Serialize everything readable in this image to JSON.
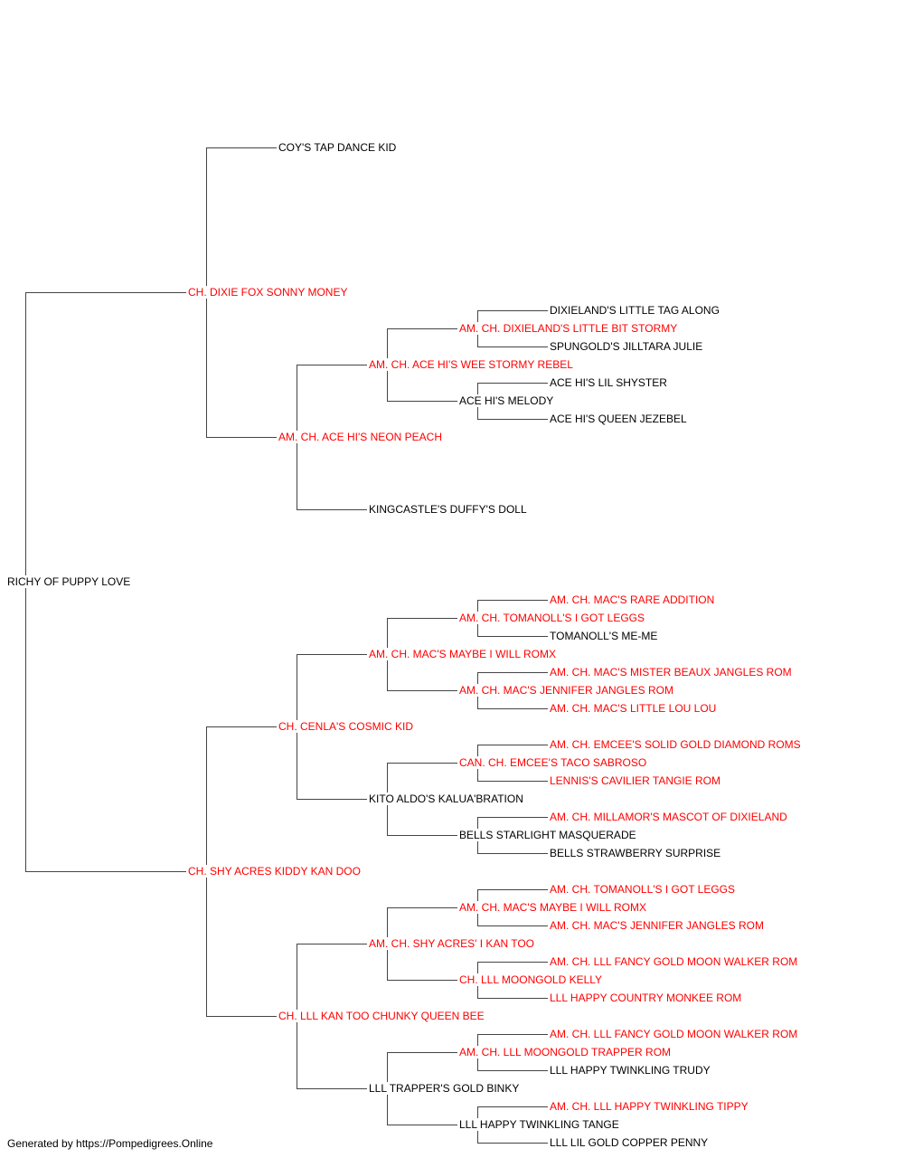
{
  "colors": {
    "champion": "#ff0000",
    "regular": "#000000",
    "line": "#444444"
  },
  "pedigree": {
    "subject": {
      "name": "RICHY OF PUPPY LOVE",
      "champion": false
    },
    "sire": {
      "name": "CH. DIXIE FOX SONNY MONEY",
      "champion": true
    },
    "dam": {
      "name": "CH. SHY ACRES KIDDY KAN DOO",
      "champion": true
    },
    "s_s": {
      "name": "COY'S TAP DANCE KID",
      "champion": false
    },
    "s_d": {
      "name": "AM. CH. ACE HI'S NEON PEACH",
      "champion": true
    },
    "s_d_s": {
      "name": "AM. CH. ACE HI'S WEE STORMY REBEL",
      "champion": true
    },
    "s_d_d": {
      "name": "KINGCASTLE'S DUFFY'S DOLL",
      "champion": false
    },
    "s_d_s_s": {
      "name": "AM. CH. DIXIELAND'S LITTLE BIT STORMY",
      "champion": true
    },
    "s_d_s_d": {
      "name": "ACE HI'S MELODY",
      "champion": false
    },
    "s_d_s_s_s": {
      "name": "DIXIELAND'S LITTLE TAG ALONG",
      "champion": false
    },
    "s_d_s_s_d": {
      "name": "SPUNGOLD'S JILLTARA JULIE",
      "champion": false
    },
    "s_d_s_d_s": {
      "name": "ACE HI'S LIL SHYSTER",
      "champion": false
    },
    "s_d_s_d_d": {
      "name": "ACE HI'S QUEEN JEZEBEL",
      "champion": false
    },
    "d_s": {
      "name": "CH. CENLA'S COSMIC KID",
      "champion": true
    },
    "d_d": {
      "name": "CH. LLL KAN TOO CHUNKY QUEEN BEE",
      "champion": true
    },
    "d_s_s": {
      "name": "AM. CH. MAC'S MAYBE I WILL ROMX",
      "champion": true
    },
    "d_s_d": {
      "name": "KITO ALDO'S KALUA'BRATION",
      "champion": false
    },
    "d_s_s_s": {
      "name": "AM. CH. TOMANOLL'S I GOT LEGGS",
      "champion": true
    },
    "d_s_s_d": {
      "name": "AM. CH. MAC'S JENNIFER JANGLES ROM",
      "champion": true
    },
    "d_s_s_s_s": {
      "name": "AM. CH. MAC'S RARE ADDITION",
      "champion": true
    },
    "d_s_s_s_d": {
      "name": "TOMANOLL'S ME-ME",
      "champion": false
    },
    "d_s_s_d_s": {
      "name": "AM. CH. MAC'S MISTER BEAUX JANGLES ROM",
      "champion": true
    },
    "d_s_s_d_d": {
      "name": "AM. CH. MAC'S LITTLE LOU LOU",
      "champion": true
    },
    "d_s_d_s": {
      "name": "CAN. CH. EMCEE'S TACO SABROSO",
      "champion": true
    },
    "d_s_d_d": {
      "name": "BELLS STARLIGHT MASQUERADE",
      "champion": false
    },
    "d_s_d_s_s": {
      "name": "AM. CH. EMCEE'S SOLID GOLD DIAMOND ROMS",
      "champion": true
    },
    "d_s_d_s_d": {
      "name": "LENNIS'S CAVILIER TANGIE ROM",
      "champion": true
    },
    "d_s_d_d_s": {
      "name": "AM. CH. MILLAMOR'S MASCOT OF DIXIELAND",
      "champion": true
    },
    "d_s_d_d_d": {
      "name": "BELLS STRAWBERRY SURPRISE",
      "champion": false
    },
    "d_d_s": {
      "name": "AM. CH. SHY ACRES' I KAN TOO",
      "champion": true
    },
    "d_d_d": {
      "name": "LLL TRAPPER'S GOLD BINKY",
      "champion": false
    },
    "d_d_s_s": {
      "name": "AM. CH. MAC'S MAYBE I WILL ROMX",
      "champion": true
    },
    "d_d_s_d": {
      "name": "CH. LLL MOONGOLD KELLY",
      "champion": true
    },
    "d_d_s_s_s": {
      "name": "AM. CH. TOMANOLL'S I GOT LEGGS",
      "champion": true
    },
    "d_d_s_s_d": {
      "name": "AM. CH. MAC'S JENNIFER JANGLES ROM",
      "champion": true
    },
    "d_d_s_d_s": {
      "name": "AM. CH. LLL FANCY GOLD MOON WALKER ROM",
      "champion": true
    },
    "d_d_s_d_d": {
      "name": "LLL HAPPY COUNTRY MONKEE ROM",
      "champion": true
    },
    "d_d_d_s": {
      "name": "AM. CH. LLL MOONGOLD TRAPPER ROM",
      "champion": true
    },
    "d_d_d_d": {
      "name": "LLL HAPPY TWINKLING TANGE",
      "champion": false
    },
    "d_d_d_s_s": {
      "name": "AM. CH. LLL FANCY GOLD MOON WALKER ROM",
      "champion": true
    },
    "d_d_d_s_d": {
      "name": "LLL HAPPY TWINKLING TRUDY",
      "champion": false
    },
    "d_d_d_d_s": {
      "name": "AM. CH. LLL HAPPY TWINKLING TIPPY",
      "champion": true
    },
    "d_d_d_d_d": {
      "name": "LLL LIL GOLD COPPER PENNY",
      "champion": false
    }
  },
  "footer": {
    "text": "Generated by https://Pompedigrees.Online"
  }
}
